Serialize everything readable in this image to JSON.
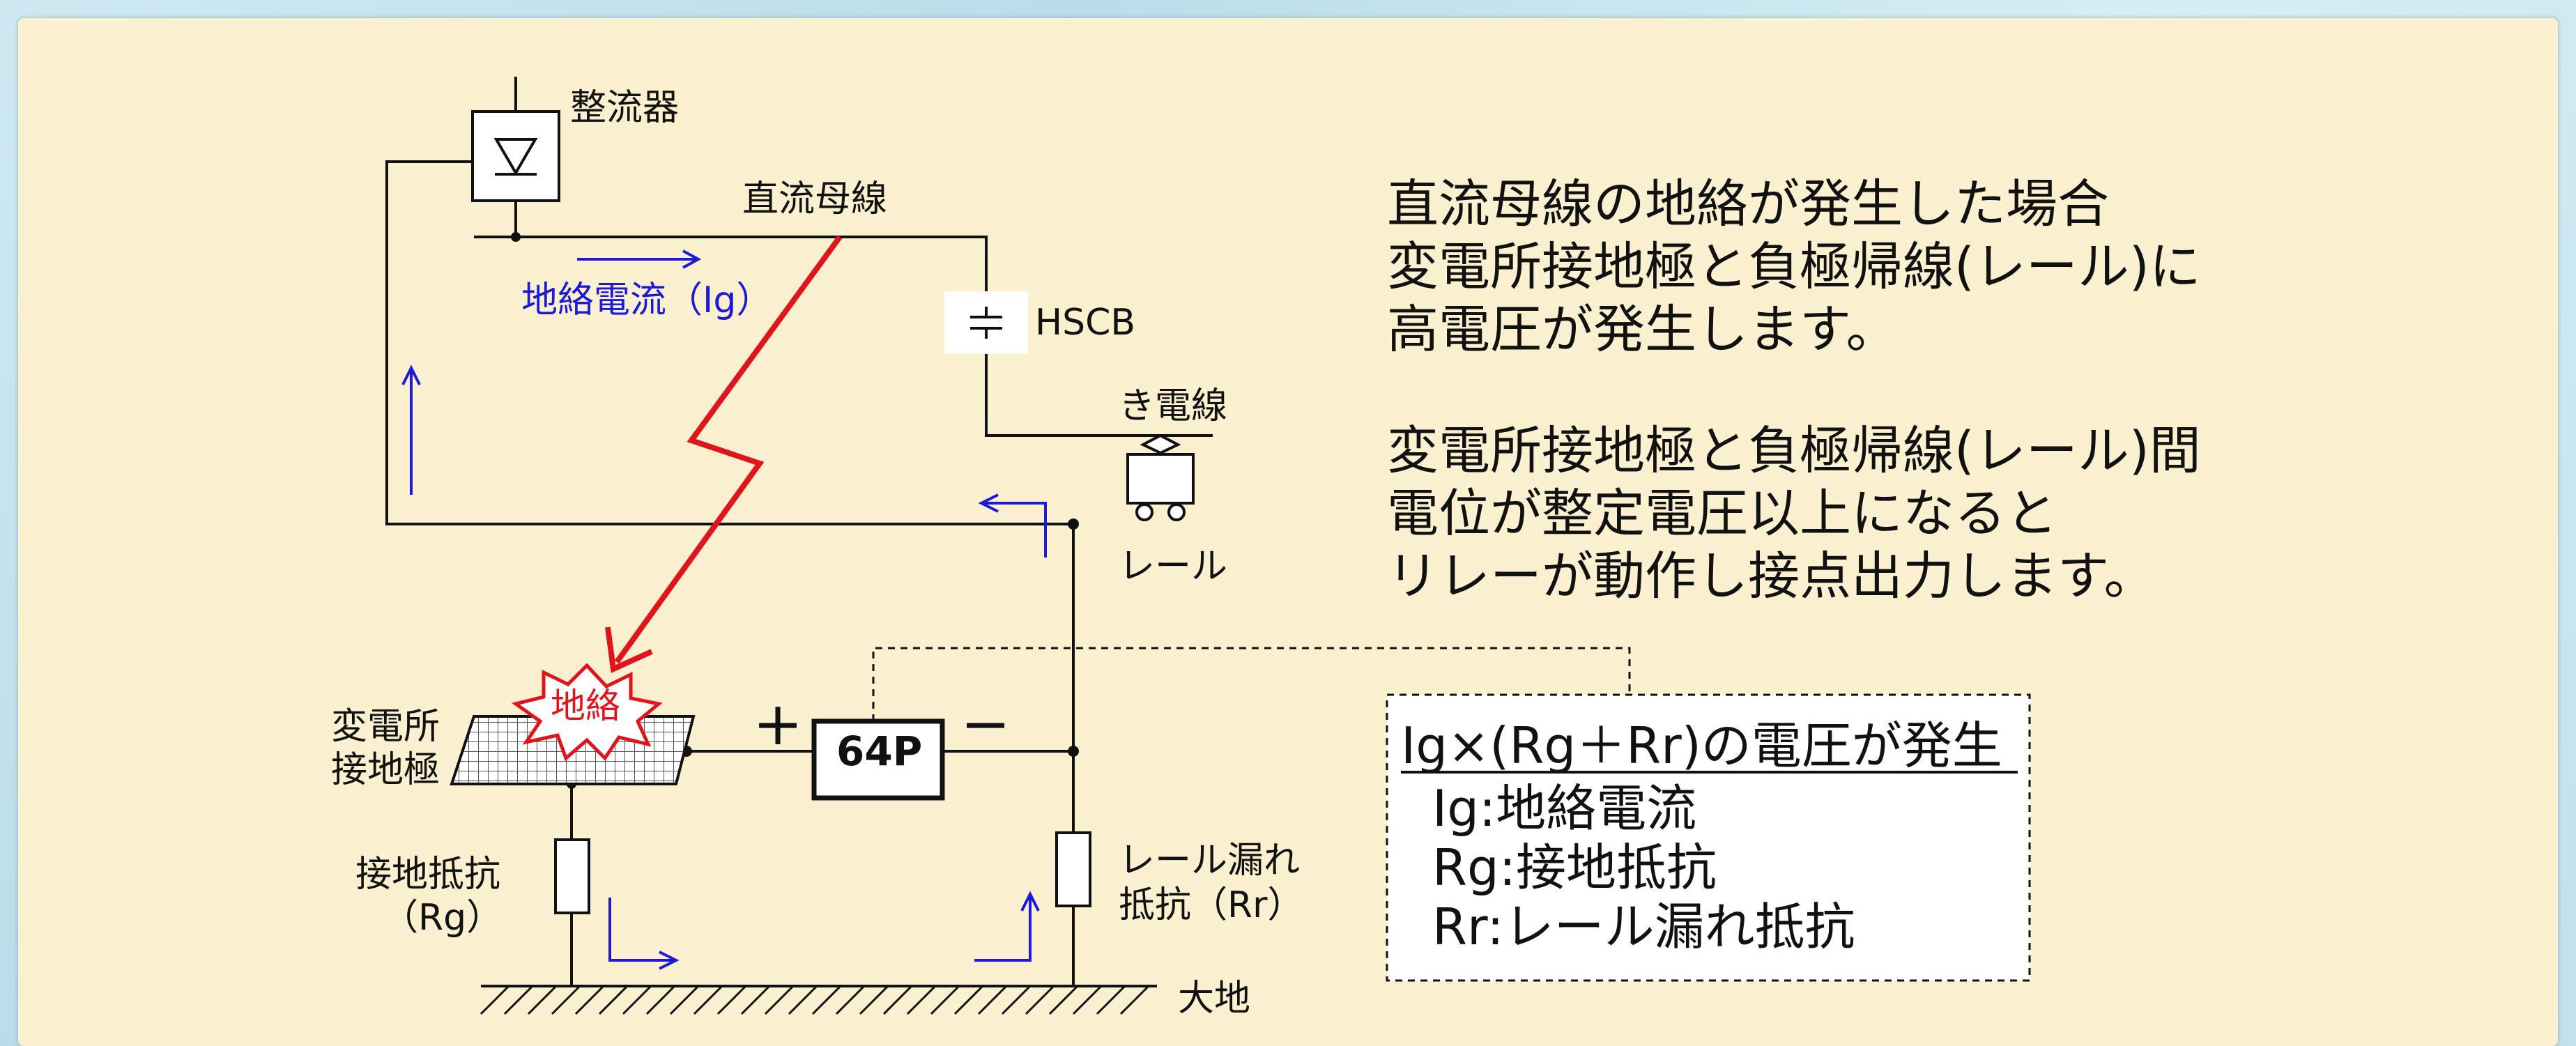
{
  "diagram": {
    "labels": {
      "rectifier": "整流器",
      "dc_bus": "直流母線",
      "fault_current": "地絡電流（Ig）",
      "hscb": "HSCB",
      "trolley": "き電線",
      "rail": "レール",
      "substation_ground_line1": "変電所",
      "substation_ground_line2": "接地極",
      "fault": "地絡",
      "relay": "64P",
      "plus": "+",
      "minus": "−",
      "ground_resistance_line1": "接地抵抗",
      "ground_resistance_line2": "（Rg）",
      "rail_leak_line1": "レール漏れ",
      "rail_leak_line2": "抵抗（Rr）",
      "earth": "大地"
    },
    "colors": {
      "fault_arrow": "#e2141b",
      "current_arrows": "#1a1ad8",
      "panel": "#fbf0cf"
    }
  },
  "explanation": {
    "para1": [
      "直流母線の地絡が発生した場合",
      "変電所接地極と負極帰線(レール)に",
      "高電圧が発生します。"
    ],
    "para2": [
      "変電所接地極と負極帰線(レール)間",
      "電位が整定電圧以上になると",
      "リレーが動作し接点出力します。"
    ]
  },
  "formula_box": {
    "title": "Ig×(Rg＋Rr)の電圧が発生",
    "items": [
      "Ig:地絡電流",
      "Rg:接地抵抗",
      "Rr:レール漏れ抵抗"
    ]
  }
}
